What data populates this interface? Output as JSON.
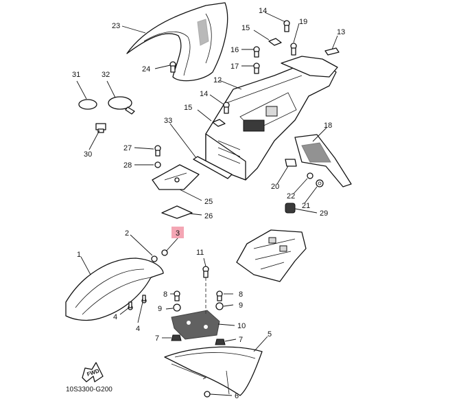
{
  "diagram": {
    "code": "10S3300-G200",
    "fwd_mark": "FWD",
    "highlight_color": "#f4a6b4",
    "labels": {
      "l1": "1",
      "l2": "2",
      "l3": "3",
      "l4a": "4",
      "l4b": "4",
      "l5": "5",
      "l6": "6",
      "l7a": "7",
      "l7b": "7",
      "l8a": "8",
      "l8b": "8",
      "l9a": "9",
      "l9b": "9",
      "l10": "10",
      "l11": "11",
      "l12": "12",
      "l13": "13",
      "l14a": "14",
      "l14b": "14",
      "l15a": "15",
      "l15b": "15",
      "l16": "16",
      "l17": "17",
      "l18": "18",
      "l19": "19",
      "l20": "20",
      "l21": "21",
      "l22": "22",
      "l23": "23",
      "l24": "24",
      "l25": "25",
      "l26": "26",
      "l27": "27",
      "l28": "28",
      "l29": "29",
      "l30": "30",
      "l31": "31",
      "l32": "32",
      "l33": "33"
    }
  }
}
